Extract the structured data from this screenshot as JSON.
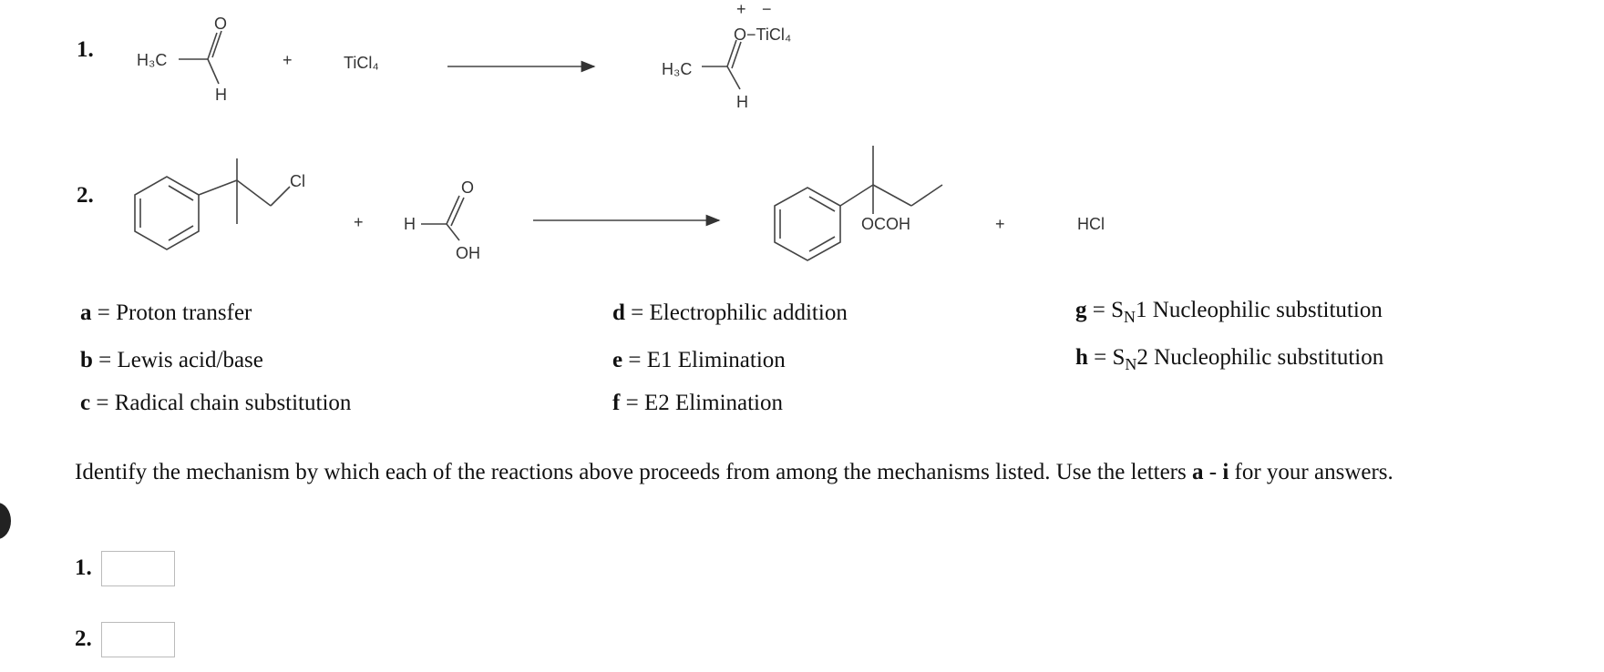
{
  "reactions": [
    {
      "number": "1.",
      "reactant1": {
        "left": "H₃C",
        "top": "O",
        "bottom": "H"
      },
      "plus1": "+",
      "reactant2": "TiCl₄",
      "product": {
        "left": "H₃C",
        "top": "O−TiCl₄",
        "bottom": "H",
        "charge_plus": "+",
        "charge_minus": "−"
      }
    },
    {
      "number": "2.",
      "reactant1": {
        "substituent": "Cl"
      },
      "plus1": "+",
      "reactant2": {
        "left": "H",
        "top": "O",
        "bottom": "OH"
      },
      "product": {
        "substituent": "OCOH"
      },
      "plus2": "+",
      "product2": "HCl"
    }
  ],
  "mechanisms": [
    {
      "letter": "a",
      "eq": " = ",
      "text": "Proton transfer"
    },
    {
      "letter": "b",
      "eq": " = ",
      "text": "Lewis acid/base"
    },
    {
      "letter": "c",
      "eq": " = ",
      "text": "Radical chain substitution"
    },
    {
      "letter": "d",
      "eq": " = ",
      "text": "Electrophilic addition"
    },
    {
      "letter": "e",
      "eq": " = ",
      "text": "E1 Elimination"
    },
    {
      "letter": "f",
      "eq": " = ",
      "text": "E2 Elimination"
    },
    {
      "letter": "g",
      "eq": " = ",
      "pre": "S",
      "sub": "N",
      "text": "1 Nucleophilic substitution"
    },
    {
      "letter": "h",
      "eq": " = ",
      "pre": "S",
      "sub": "N",
      "text": "2 Nucleophilic substitution"
    }
  ],
  "instructions": {
    "part1": "Identify the mechanism by which each of the reactions above proceeds from among the mechanisms listed. Use the letters ",
    "bold1": "a",
    "dash": " - ",
    "bold2": "i",
    "part2": " for your answers."
  },
  "answers": [
    {
      "label": "1.",
      "value": ""
    },
    {
      "label": "2.",
      "value": ""
    }
  ]
}
